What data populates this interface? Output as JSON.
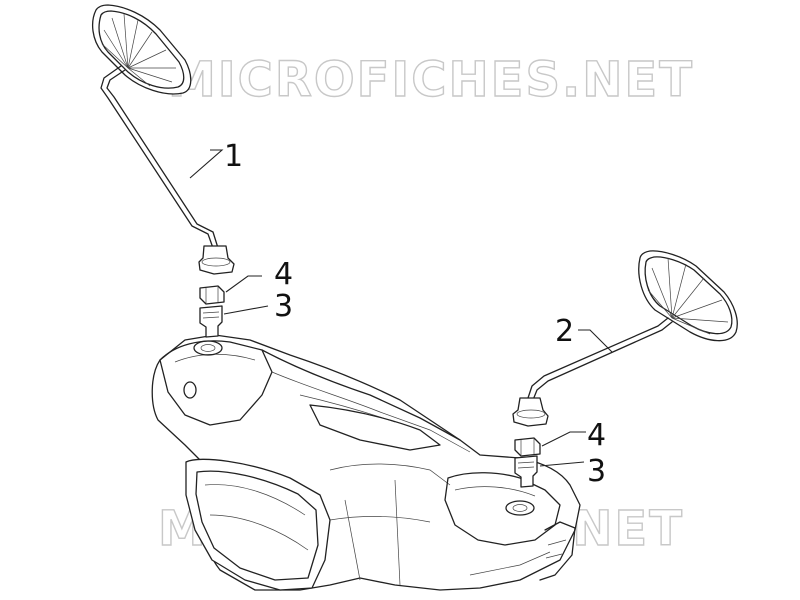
{
  "diagram": {
    "watermark": "MICROFICHES.NET",
    "callouts": {
      "part1": "1",
      "part2": "2",
      "part3_left": "3",
      "part3_right": "3",
      "part4_left": "4",
      "part4_right": "4"
    }
  },
  "colors": {
    "line": "#222222",
    "watermark": "#c8c8c8",
    "background": "#ffffff"
  }
}
